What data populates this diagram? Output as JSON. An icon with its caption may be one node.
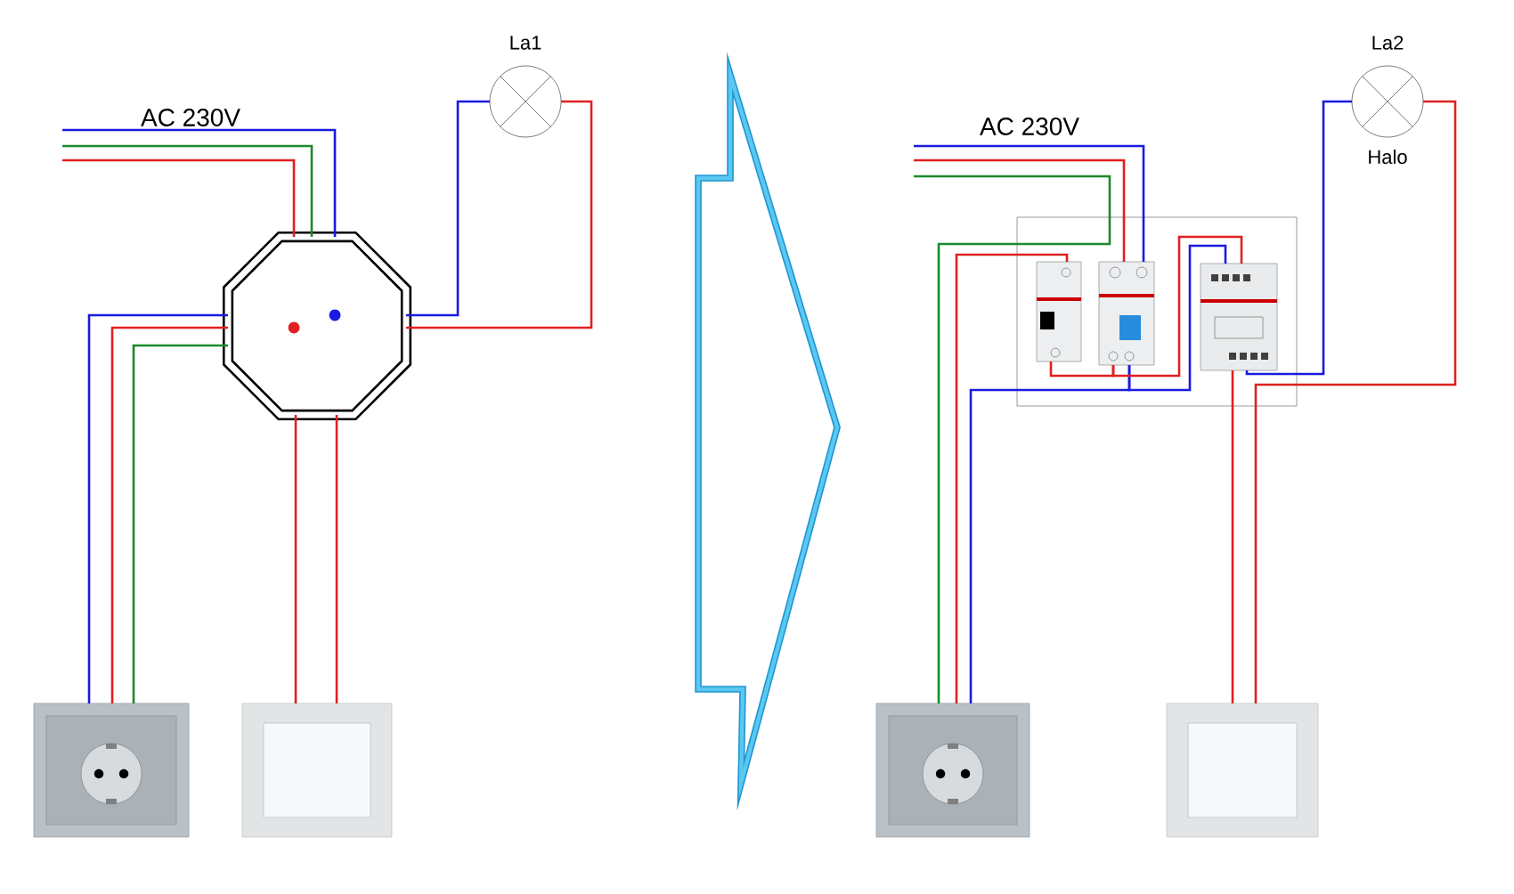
{
  "diagram": {
    "nodes": [
      {
        "text": [
          "La1"
        ]
      },
      {
        "text": [],
        "shape": "octagon"
      },
      {
        "text": [],
        "shape": "picture"
      },
      {
        "text": [],
        "shape": "picture"
      },
      {
        "text": [
          "La2",
          "Halo"
        ]
      },
      {
        "text": [],
        "shape": "box"
      },
      {
        "text": [],
        "shape": "picture",
        "in": 5
      },
      {
        "text": [],
        "shape": "picture",
        "in": 5
      },
      {
        "text": [],
        "shape": "picture",
        "in": 5
      },
      {
        "text": [],
        "shape": "picture"
      },
      {
        "text": [],
        "shape": "picture"
      }
    ],
    "edges": [
      {
        "from": null,
        "to": 1,
        "arrow": "none",
        "color": "#1a1ae0"
      },
      {
        "from": null,
        "to": 1,
        "arrow": "none",
        "color": "#1a8a2a"
      },
      {
        "from": null,
        "to": 1,
        "arrow": "none"
      },
      {
        "from": 1,
        "to": 2,
        "arrow": "none",
        "color": "#1a1ae0"
      },
      {
        "from": 1,
        "to": 2,
        "arrow": "none"
      },
      {
        "from": 1,
        "to": 2,
        "arrow": "none",
        "color": "#1a8a2a"
      },
      {
        "from": 1,
        "to": 3,
        "arrow": "none"
      },
      {
        "from": 1,
        "to": 3,
        "arrow": "none"
      },
      {
        "from": 1,
        "to": 0,
        "arrow": "none",
        "color": "#1a1ae0"
      },
      {
        "from": 0,
        "to": 1,
        "arrow": "none"
      },
      {
        "from": null,
        "to": 7,
        "arrow": "none",
        "color": "#1a1ae0"
      },
      {
        "from": null,
        "to": 7,
        "arrow": "none"
      },
      {
        "from": null,
        "to": 9,
        "arrow": "none",
        "color": "#1a8a2a"
      },
      {
        "from": 6,
        "to": 9,
        "arrow": "none"
      },
      {
        "from": 7,
        "to": 9,
        "arrow": "none",
        "color": "#1a1ae0"
      },
      {
        "from": 7,
        "to": 8,
        "arrow": "none",
        "color": "#1a1ae0"
      },
      {
        "from": 7,
        "to": 6,
        "arrow": "none"
      },
      {
        "from": 7,
        "to": 8,
        "arrow": "none"
      },
      {
        "from": 8,
        "to": 10,
        "arrow": "none"
      },
      {
        "from": 8,
        "to": 4,
        "arrow": "none",
        "color": "#1a1ae0"
      },
      {
        "from": 4,
        "to": 10,
        "arrow": "none"
      }
    ],
    "labels": [
      "AC 230V",
      "AC 230V"
    ]
  }
}
